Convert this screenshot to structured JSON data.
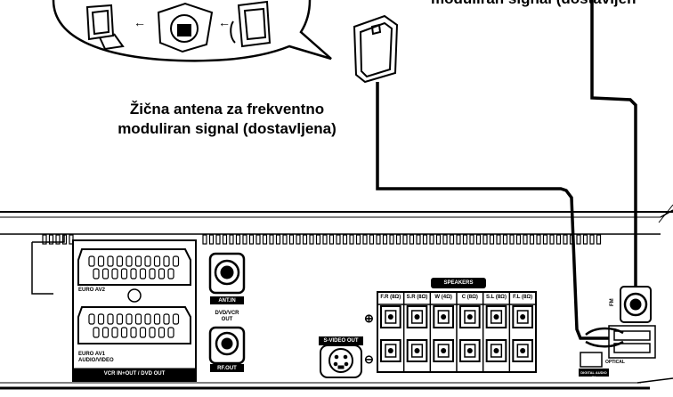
{
  "captions": {
    "wire_antenna_line1": "Žična antena za frekventno",
    "wire_antenna_line2": "moduliran signal (dostavljena)",
    "top_right_caption": "moduliran signal (dostavljen"
  },
  "panel": {
    "euro_av2": "EURO AV2",
    "euro_av1_line1": "EURO AV1",
    "euro_av1_line2": "AUDIO/VIDEO",
    "scart_bar": "VCR IN+OUT / DVD OUT",
    "ant_in": "ANT.IN",
    "dvd_vcr_out_line1": "DVD/VCR",
    "dvd_vcr_out_line2": "OUT",
    "rf_out": "RF.OUT",
    "s_video_out": "S-VIDEO OUT",
    "speakers_title": "SPEAKERS",
    "speaker_channels": [
      "F.R (8Ω)",
      "S.R (8Ω)",
      "W (4Ω)",
      "C (8Ω)",
      "S.L (8Ω)",
      "F.L (8Ω)"
    ],
    "plus_sign": "⊕",
    "minus_sign": "⊖",
    "fm": "FM",
    "optical": "OPTICAL",
    "digital_audio_in": "DIGITAL AUDIO IN"
  }
}
